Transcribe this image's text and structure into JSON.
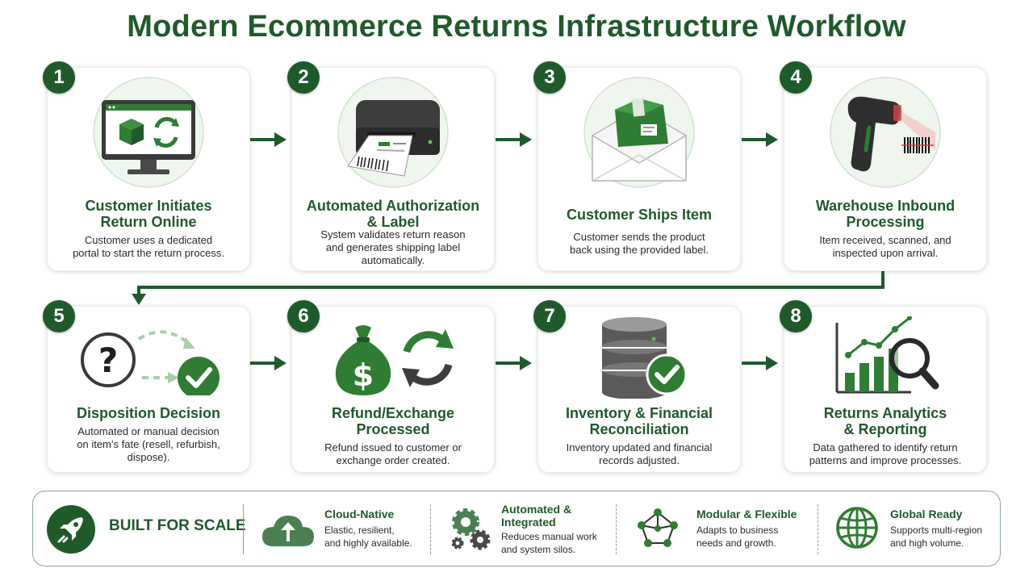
{
  "title": "Modern Ecommerce Returns Infrastructure Workflow",
  "steps": [
    {
      "num": "1",
      "title_l1": "Customer Initiates",
      "title_l2": "Return Online",
      "desc_l1": "Customer uses a dedicated",
      "desc_l2": "portal to start the return process.",
      "desc_l3": "",
      "icon": "monitor-return-icon"
    },
    {
      "num": "2",
      "title_l1": "Automated Authorization",
      "title_l2": "& Label",
      "desc_l1": "System validates return reason",
      "desc_l2": "and generates shipping label",
      "desc_l3": "automatically.",
      "icon": "label-printer-icon"
    },
    {
      "num": "3",
      "title_l1": "Customer Ships Item",
      "title_l2": "",
      "desc_l1": "Customer sends the product",
      "desc_l2": "back using the provided label.",
      "desc_l3": "",
      "icon": "package-envelope-icon"
    },
    {
      "num": "4",
      "title_l1": "Warehouse Inbound",
      "title_l2": "Processing",
      "desc_l1": "Item received, scanned, and",
      "desc_l2": "inspected upon arrival.",
      "desc_l3": "",
      "icon": "barcode-scanner-icon"
    },
    {
      "num": "5",
      "title_l1": "Disposition Decision",
      "title_l2": "",
      "desc_l1": "Automated or manual decision",
      "desc_l2": "on item’s fate (resell, refurbish,",
      "desc_l3": "dispose).",
      "icon": "question-check-icon"
    },
    {
      "num": "6",
      "title_l1": "Refund/Exchange",
      "title_l2": "Processed",
      "desc_l1": "Refund issued to customer or",
      "desc_l2": "exchange order created.",
      "desc_l3": "",
      "icon": "money-bag-exchange-icon"
    },
    {
      "num": "7",
      "title_l1": "Inventory & Financial",
      "title_l2": "Reconciliation",
      "desc_l1": "Inventory updated and financial",
      "desc_l2": "records adjusted.",
      "desc_l3": "",
      "icon": "database-check-icon"
    },
    {
      "num": "8",
      "title_l1": "Returns Analytics",
      "title_l2": "& Reporting",
      "desc_l1": "Data gathered to identify return",
      "desc_l2": "patterns and improve processes.",
      "desc_l3": "",
      "icon": "analytics-magnifier-icon"
    }
  ],
  "footer": {
    "title": "BUILT FOR SCALE",
    "features": [
      {
        "name_l1": "Cloud-Native",
        "name_l2": "",
        "desc_l1": "Elastic, resilient,",
        "desc_l2": "and highly available.",
        "icon": "cloud-upload-icon"
      },
      {
        "name_l1": "Automated &",
        "name_l2": "Integrated",
        "desc_l1": "Reduces manual work",
        "desc_l2": "and system silos.",
        "icon": "gears-icon"
      },
      {
        "name_l1": "Modular & Flexible",
        "name_l2": "",
        "desc_l1": "Adapts to business",
        "desc_l2": "needs and growth.",
        "icon": "network-nodes-icon"
      },
      {
        "name_l1": "Global Ready",
        "name_l2": "",
        "desc_l1": "Supports multi-region",
        "desc_l2": "and high volume.",
        "icon": "globe-icon"
      }
    ]
  },
  "colors": {
    "brand": "#1f5a2b",
    "accent": "#2e7d32",
    "light": "#e8f3e8"
  }
}
